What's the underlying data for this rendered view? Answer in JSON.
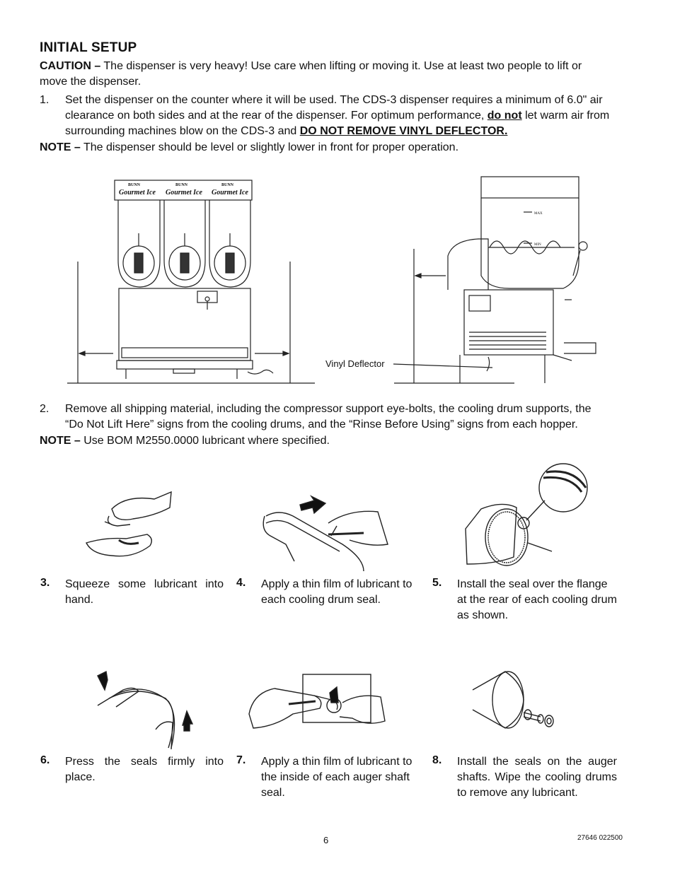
{
  "heading": "INITIAL SETUP",
  "caution": {
    "label": "CAUTION –",
    "text_line1": " The dispenser is very heavy! Use care when lifting or moving it. Use at least two people to lift or",
    "text_line2": "move the dispenser."
  },
  "step1": {
    "number": "1.",
    "line1": "Set the dispenser on the counter where it will be used. The CDS-3 dispenser requires a minimum of 6.0\" air",
    "line2_pre": "clearance on both sides and at the rear of the dispenser. For optimum performance, ",
    "line2_emph": "do not",
    "line2_post": " let warm air from",
    "line3_pre": "surrounding machines blow on the CDS-3 and ",
    "line3_emph": "DO NOT REMOVE VINYL DEFLECTOR."
  },
  "note1": {
    "label": "NOTE –",
    "text": " The dispenser should be level or slightly lower in front for proper operation."
  },
  "figure": {
    "brand": "BUNN",
    "product": "Gourmet Ice",
    "max_label": "MAX",
    "min_label": "MIN",
    "vinyl_label": "Vinyl Deflector"
  },
  "step2": {
    "number": "2.",
    "line1": "Remove all shipping material, including the compressor support eye-bolts, the cooling drum supports, the",
    "line2": "“Do Not Lift Here” signs from the cooling drums, and the “Rinse Before Using” signs from each hopper."
  },
  "note2": {
    "label": "NOTE –",
    "text": " Use BOM M2550.0000 lubricant where specified."
  },
  "steps": [
    {
      "number": "3.",
      "text": "Squeeze some lubricant into hand."
    },
    {
      "number": "4.",
      "text": "Apply a thin film of lubricant to each cooling drum seal."
    },
    {
      "number": "5.",
      "text": "Install the seal over the flange at the rear of each cooling drum as shown."
    },
    {
      "number": "6.",
      "text": "Press the seals firmly into place."
    },
    {
      "number": "7.",
      "text": "Apply a thin film of lubricant to the inside of each auger shaft seal."
    },
    {
      "number": "8.",
      "text": "Install the seals on the auger shafts. Wipe the cooling drums to remove any lubricant."
    }
  ],
  "footer": {
    "page": "6",
    "doc_code": "27646 022500"
  }
}
